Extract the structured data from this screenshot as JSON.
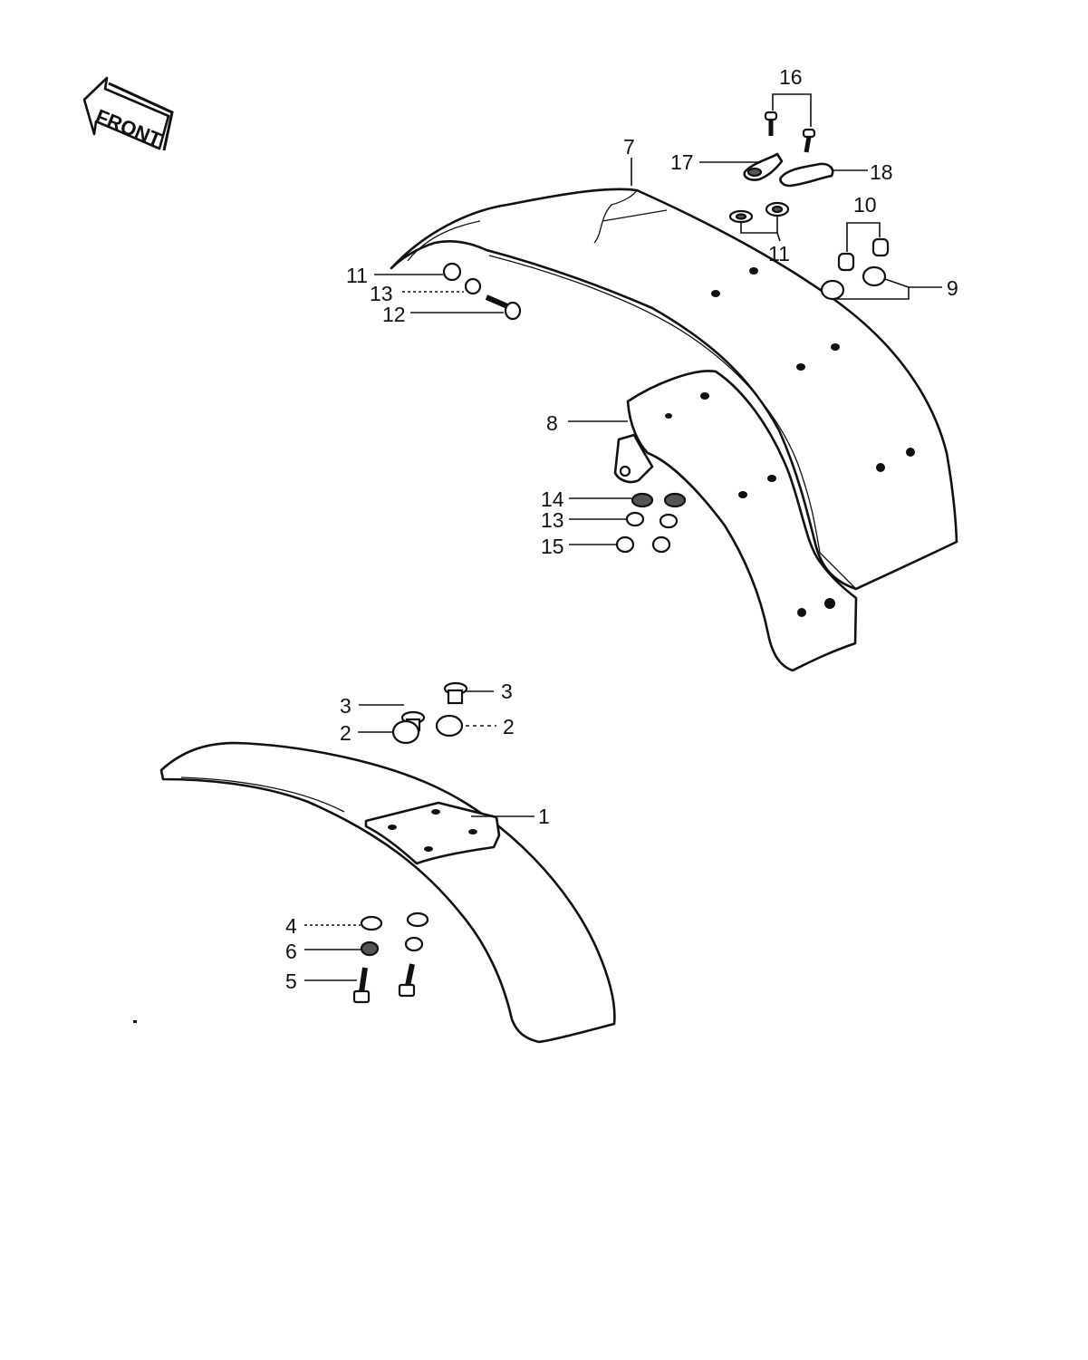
{
  "front_arrow": {
    "text": "FRONT"
  },
  "callouts": {
    "c1": "1",
    "c2_left": "2",
    "c2_right": "2",
    "c3_left": "3",
    "c3_right": "3",
    "c4": "4",
    "c5": "5",
    "c6": "6",
    "c7": "7",
    "c8": "8",
    "c9": "9",
    "c10": "10",
    "c11_top": "11",
    "c11_left": "11",
    "c12": "12",
    "c13_top": "13",
    "c13_mid": "13",
    "c14": "14",
    "c15": "15",
    "c16": "16",
    "c17": "17",
    "c18": "18"
  }
}
